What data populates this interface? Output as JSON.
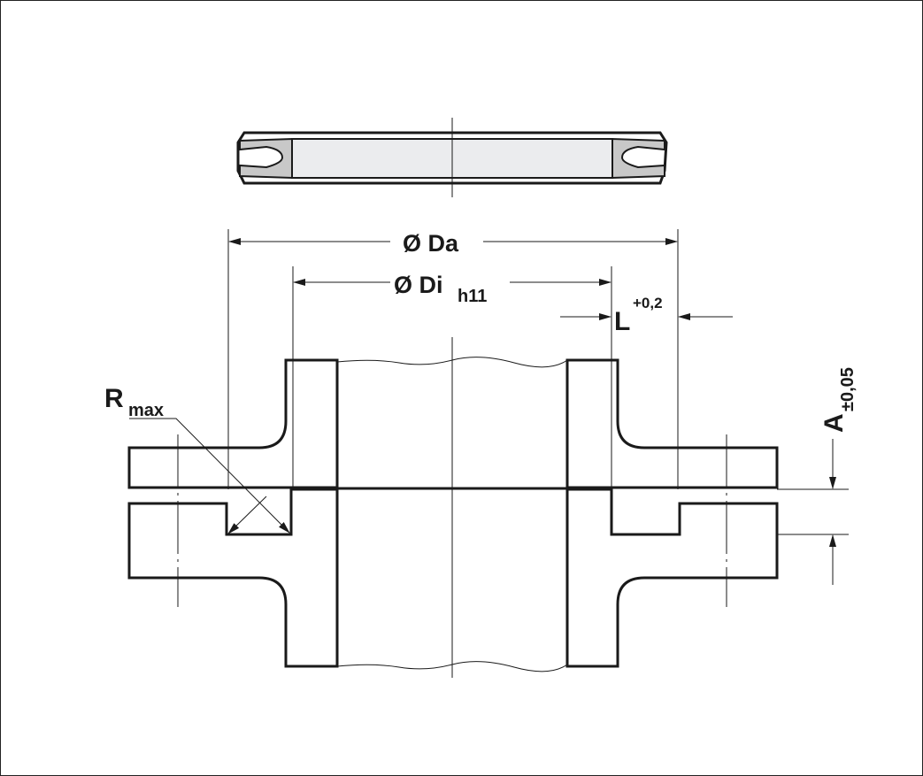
{
  "labels": {
    "outer_diameter": "Ø Da",
    "inner_diameter": "Ø Di",
    "inner_diameter_tolerance": "h11",
    "length": "L",
    "length_tolerance": "+0,2",
    "depth": "A",
    "depth_tolerance": "±0,05",
    "radius": "R",
    "radius_sub": "max"
  },
  "colors": {
    "line": "#1a1a1a",
    "seal_fill": "#c8c8c8",
    "seal_inner_fill": "#ebecee"
  }
}
